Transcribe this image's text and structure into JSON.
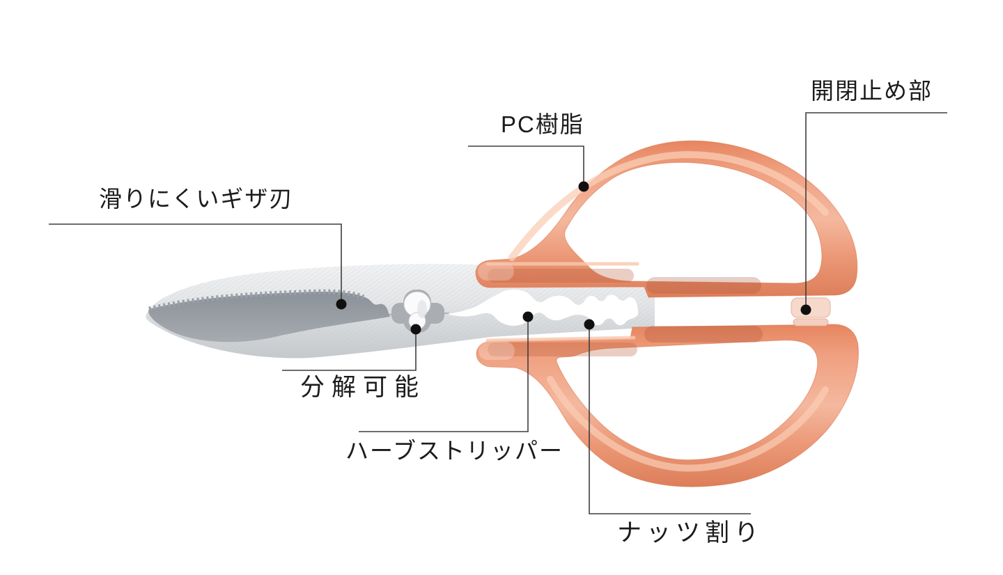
{
  "labels": {
    "serrated_blade": "滑りにくいギザ刃",
    "pc_resin": "PC樹脂",
    "open_close_stopper": "開閉止め部",
    "disassemblable": "分解可能",
    "herb_stripper": "ハーブストリッパー",
    "nut_cracker": "ナッツ割り"
  },
  "colors": {
    "background": "#ffffff",
    "handle_orange": "#ED9B79",
    "handle_orange_dark": "#DD7E5A",
    "handle_orange_light": "#F7C5AC",
    "metal_light": "#E4E6E8",
    "metal_dark": "#99A0A7",
    "label_text": "#1B1B1B",
    "leader_line": "#3D3D3D",
    "callout_dot": "#101010"
  },
  "icons": {
    "callout_dot": "filled-circle"
  }
}
